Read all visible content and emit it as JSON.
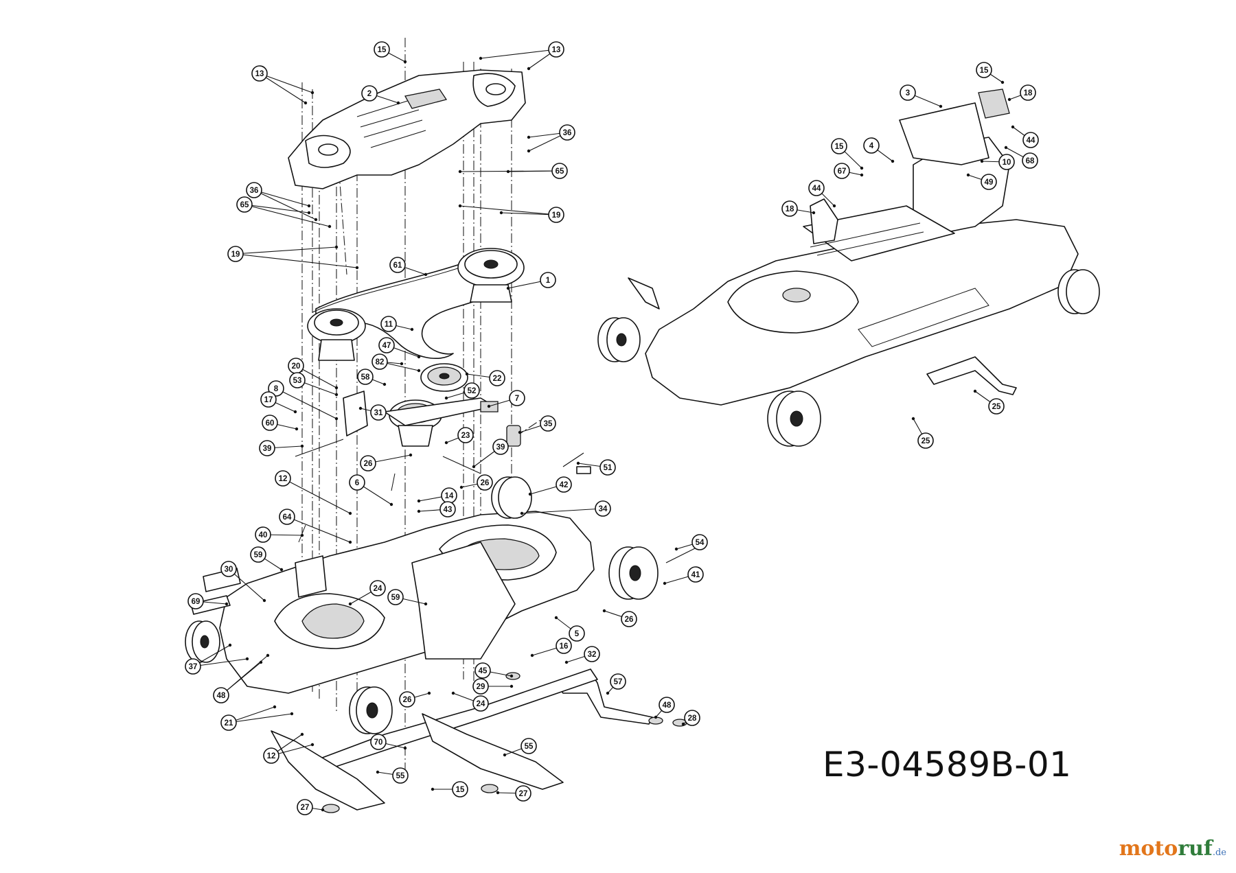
{
  "drawing_code": "E3-04589B-01",
  "brand": {
    "name_part1": "moto",
    "name_part2": "ruf",
    "tld": ".de"
  },
  "callouts": [
    {
      "n": "15"
    },
    {
      "n": "13"
    },
    {
      "n": "13"
    },
    {
      "n": "2"
    },
    {
      "n": "36"
    },
    {
      "n": "65"
    },
    {
      "n": "19"
    },
    {
      "n": "36"
    },
    {
      "n": "65"
    },
    {
      "n": "19"
    },
    {
      "n": "61"
    },
    {
      "n": "1"
    },
    {
      "n": "11"
    },
    {
      "n": "47"
    },
    {
      "n": "82"
    },
    {
      "n": "58"
    },
    {
      "n": "22"
    },
    {
      "n": "20"
    },
    {
      "n": "53"
    },
    {
      "n": "8"
    },
    {
      "n": "17"
    },
    {
      "n": "60"
    },
    {
      "n": "39"
    },
    {
      "n": "31"
    },
    {
      "n": "52"
    },
    {
      "n": "7"
    },
    {
      "n": "35"
    },
    {
      "n": "23"
    },
    {
      "n": "26"
    },
    {
      "n": "39"
    },
    {
      "n": "51"
    },
    {
      "n": "12"
    },
    {
      "n": "6"
    },
    {
      "n": "14"
    },
    {
      "n": "26"
    },
    {
      "n": "42"
    },
    {
      "n": "43"
    },
    {
      "n": "34"
    },
    {
      "n": "64"
    },
    {
      "n": "40"
    },
    {
      "n": "59"
    },
    {
      "n": "30"
    },
    {
      "n": "69"
    },
    {
      "n": "24"
    },
    {
      "n": "59"
    },
    {
      "n": "54"
    },
    {
      "n": "41"
    },
    {
      "n": "26"
    },
    {
      "n": "5"
    },
    {
      "n": "16"
    },
    {
      "n": "32"
    },
    {
      "n": "37"
    },
    {
      "n": "45"
    },
    {
      "n": "29"
    },
    {
      "n": "48"
    },
    {
      "n": "57"
    },
    {
      "n": "26"
    },
    {
      "n": "24"
    },
    {
      "n": "48"
    },
    {
      "n": "28"
    },
    {
      "n": "21"
    },
    {
      "n": "70"
    },
    {
      "n": "55"
    },
    {
      "n": "12"
    },
    {
      "n": "55"
    },
    {
      "n": "15"
    },
    {
      "n": "27"
    },
    {
      "n": "27"
    },
    {
      "n": "15"
    },
    {
      "n": "18"
    },
    {
      "n": "3"
    },
    {
      "n": "44"
    },
    {
      "n": "68"
    },
    {
      "n": "10"
    },
    {
      "n": "49"
    },
    {
      "n": "15"
    },
    {
      "n": "4"
    },
    {
      "n": "67"
    },
    {
      "n": "44"
    },
    {
      "n": "18"
    },
    {
      "n": "25"
    },
    {
      "n": "25"
    }
  ]
}
